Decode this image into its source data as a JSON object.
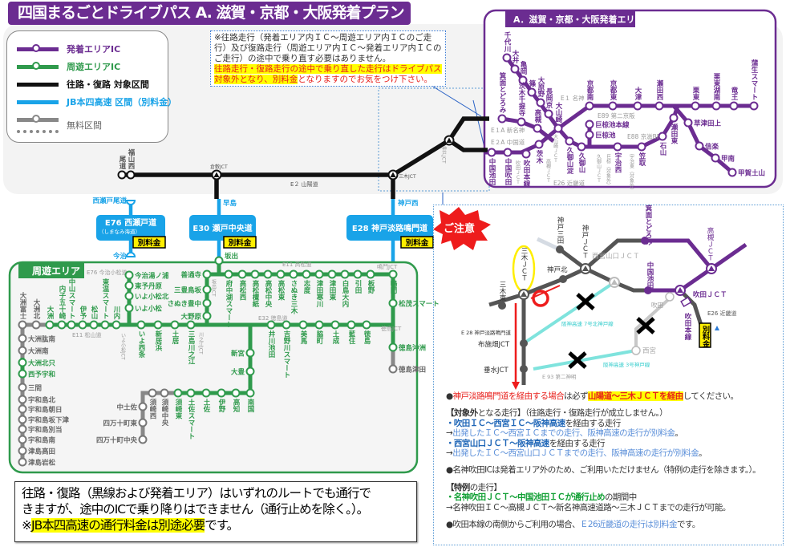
{
  "title": "四国まるごとドライブパス A. 滋賀・京都・大阪発着プラン",
  "legend": {
    "items": [
      {
        "label": "発着エリアIC",
        "color": "#6b2c91"
      },
      {
        "label": "周遊エリアIC",
        "color": "#2f9a4c"
      },
      {
        "label": "往路・復路 対象区間",
        "color": "#111111"
      },
      {
        "label": "JB本四高速 区間（別料金）",
        "color": "#19a3e8"
      },
      {
        "label": "無料区間",
        "color": "#888888"
      }
    ]
  },
  "note": {
    "text": "※往路走行（発着エリア内ＩＣ～周遊エリア内ＩＣのご走行）及び復路走行（周遊エリア内ＩＣ～発着エリア内ＩＣのご走行）の途中で乗り直す必要はありません。",
    "warning_highlight": "往路走行・復路走行の途中で乗り直した走行はドライブパス対象外となり、別料金",
    "warning_rest": "となりますのでお気をつけ下さい。"
  },
  "purple_area": {
    "title": "A．滋賀・京都・大阪発着エリア",
    "stations": [
      "千代川",
      "大井",
      "亀岡",
      "篠",
      "大原野",
      "長岡京",
      "箕面とどろみ",
      "茨木千提寺",
      "高槻",
      "大山崎",
      "京都南",
      "京都東",
      "大津",
      "瀬田西",
      "栗東",
      "栗東湖南",
      "竜王",
      "蒲生スマート",
      "中国池田",
      "中国吹田",
      "吹田本線",
      "茨木",
      "久御山淀",
      "久御山",
      "宇治西",
      "笠取",
      "石山",
      "瀬田東",
      "巨椋池本線",
      "巨椋池",
      "草津田上",
      "信楽",
      "甲南",
      "甲賀土山"
    ],
    "road_labels": [
      "E１ 名神",
      "E89 第二京阪",
      "E１A 新名神",
      "E２A 中国道",
      "E88 京滋BP",
      "E26 近畿道",
      "大山崎ＪＣＴ",
      "高槻ＪＣＴ",
      "吹田ＪＣＴ",
      "久御山ＪＣＴ",
      "巨椋（対象外）",
      "宇治東（対象外）"
    ]
  },
  "route": {
    "stations": [
      "尾道",
      "福山西"
    ],
    "jct_labels": [
      "倉敷JCT",
      "三木JCT",
      "神戸JCT"
    ],
    "road_label": "E２ 山陽道",
    "free_labels": [
      "西瀬戸尾道",
      "早島",
      "神戸西"
    ]
  },
  "bridges": [
    {
      "name": "E76 西瀬戸道",
      "sub": "（しまなみ海道）",
      "toll": "別料金",
      "end": "今治"
    },
    {
      "name": "E30 瀬戸中央道",
      "sub": "",
      "toll": "別料金",
      "end": "坂出"
    },
    {
      "name": "E28 神戸淡路鳴門道",
      "sub": "",
      "toll": "別料金",
      "end": ""
    }
  ],
  "tour_area": {
    "title": "周遊エリア",
    "stations": [
      "府中湖スマート",
      "高松西",
      "高松檀紙",
      "高松中央",
      "高松東",
      "さぬき三木",
      "志度",
      "津田寒川",
      "津田東",
      "白鳥大内",
      "引田",
      "板野",
      "鳴門",
      "善通寺",
      "三豊鳥坂",
      "さぬき豊中",
      "大野原",
      "今治湯ノ浦",
      "東予丹原",
      "いよ小松北",
      "いよ小松",
      "大洲富士",
      "大洲北",
      "大洲",
      "内子五十崎",
      "中山スマート",
      "伊予",
      "松山",
      "東温スマート",
      "川内",
      "いよ西条",
      "新居浜",
      "土居",
      "三島川之江",
      "井川池田",
      "吉野川スマート",
      "美馬",
      "脇町",
      "土成",
      "藍住",
      "徳島",
      "松茂スマート",
      "徳島沖洲",
      "徳島津田",
      "新宮",
      "大豊",
      "南国",
      "高知",
      "伊野",
      "土佐",
      "土佐スマート",
      "須崎東",
      "須崎中央",
      "須崎西",
      "中土佐",
      "四万十町東",
      "四万十町中央",
      "大洲肱南",
      "大洲南",
      "大洲北只",
      "西予宇和",
      "三間",
      "宇和島北",
      "宇和島朝日",
      "宇和島坂下津",
      "宇和島別当",
      "宇和島南",
      "津島高田",
      "津島岩松"
    ],
    "road_labels": [
      "E11 高松道",
      "E76 今治小松道",
      "E11 松山道",
      "E32 徳島道",
      "鳴門JCT",
      "徳島JCT",
      "いよ小松JCT",
      "川之江JCT",
      "坂出JCT"
    ]
  },
  "caution": {
    "badge": "ご注意",
    "map_labels": {
      "miki_jct": "三木ＪＣＴ",
      "miki_higashi": "三木東",
      "kobe_kita": "神戸北",
      "kobe_sanda": "神戸三田",
      "kobe_jct": "神戸ＪＣＴ",
      "nishinomiya_yamaguchi": "西宮山口ＪＣＴ",
      "minoh": "箕面とどろみ",
      "chugoku_ikeda": "中国池田",
      "takatsuki_jct": "高槻ＪＣＴ",
      "suita_jct": "吹田ＪＣＴ",
      "suita": "吹田",
      "suita_honsen": "吹田本線",
      "e26": "E26 近畿道",
      "toll": "別料金",
      "e28": "E 28 神戸淡路鳴門道",
      "funeihata": "布施畑JCT",
      "tarumi": "垂水JCT",
      "e93": "E 93 第二神明",
      "nishinomiya": "西宮",
      "hanshin7": "阪神高速 7号北神戸線",
      "hanshin3": "阪神高速 3号神戸線"
    },
    "notes": {
      "n1_red": "神戸淡路鳴門道を経由する場合",
      "n1_mid": "は必ず",
      "n1_hl": "山陽道～三木ＪＣＴを経由",
      "n1_end": "してください。",
      "n2_head_b": "【対象外",
      "n2_head_rest": "となる走行】（往路走行・復路走行が成立しません。）",
      "n2_a": "・吹田ＩＣ～西宮ＩＣ～阪神高速",
      "n2_a_rest": "を経由する走行",
      "n2_b_arrow": "→",
      "n2_b": "出発したＩＣ～西宮ＩＣまでの走行、阪神高速の走行が別料金",
      "n2_b_end": "。",
      "n2_c": "・西宮山口ＪＣＴ～阪神高速",
      "n2_c_rest": "を経由する走行",
      "n2_d": "出発したＩＣ～西宮山口ＪＣＴまでの走行、阪神高速の走行が別料金",
      "n3": "●名神吹田ICは発着エリア外のため、ご利用いただけません（特例の走行を除きます。）。",
      "n4_head": "【特例",
      "n4_head_rest": "の走行】",
      "n4_a": "・名神吹田ＪＣＴ～中国池田ＩＣが通行止め",
      "n4_a_rest": "の期間中",
      "n4_b": "→名神吹田ＩＣ～高槻ＪＣＴ～新名神高速道路～三木ＪＣＴまでの走行が可能。",
      "n5": "●吹田本線の南側からご利用の場合、",
      "n5_blue": "Ｅ26近畿道の走行は別料金",
      "n5_end": "です。"
    }
  },
  "footer": {
    "line1": "往路・復路（黒線および発着エリア）はいずれのルートでも通行で",
    "line2": "きますが、途中のICで乗り降りはできません（通行止めを除く。）。",
    "line3_prefix": "※",
    "line3_highlight": "JB本四高速の通行料金は別途必要",
    "line3_rest": "です。"
  }
}
